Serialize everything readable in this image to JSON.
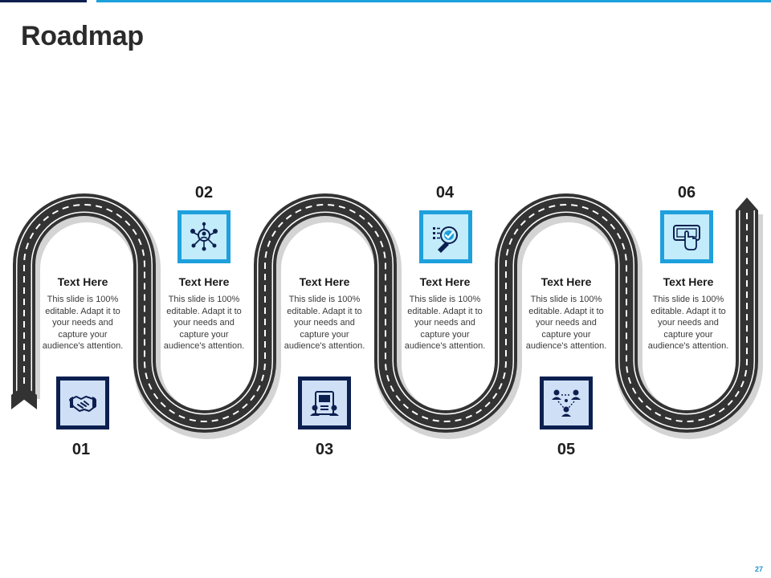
{
  "slide": {
    "title": "Roadmap",
    "page_number": "27"
  },
  "steps": [
    {
      "number": "01",
      "heading": "Text Here",
      "body": "This slide is 100% editable. Adapt it to your needs and capture your audience's attention.",
      "icon": "handshake-icon"
    },
    {
      "number": "02",
      "heading": "Text Here",
      "body": "This slide is 100% editable. Adapt it to your needs and capture your audience's attention.",
      "icon": "network-person-icon"
    },
    {
      "number": "03",
      "heading": "Text Here",
      "body": "This slide is 100% editable. Adapt it to your needs and capture your audience's attention.",
      "icon": "online-meeting-icon"
    },
    {
      "number": "04",
      "heading": "Text Here",
      "body": "This slide is 100% editable. Adapt it to your needs and capture your audience's attention.",
      "icon": "target-checklist-icon"
    },
    {
      "number": "05",
      "heading": "Text Here",
      "body": "This slide is 100% editable. Adapt it to your needs and capture your audience's attention.",
      "icon": "team-triangle-icon"
    },
    {
      "number": "06",
      "heading": "Text Here",
      "body": "This slide is 100% editable. Adapt it to your needs and capture your audience's attention.",
      "icon": "touch-device-icon"
    }
  ],
  "colors": {
    "navy": "#0c1f4f",
    "blue": "#1ea0dc",
    "road": "#333333",
    "dash": "#ffffff"
  }
}
